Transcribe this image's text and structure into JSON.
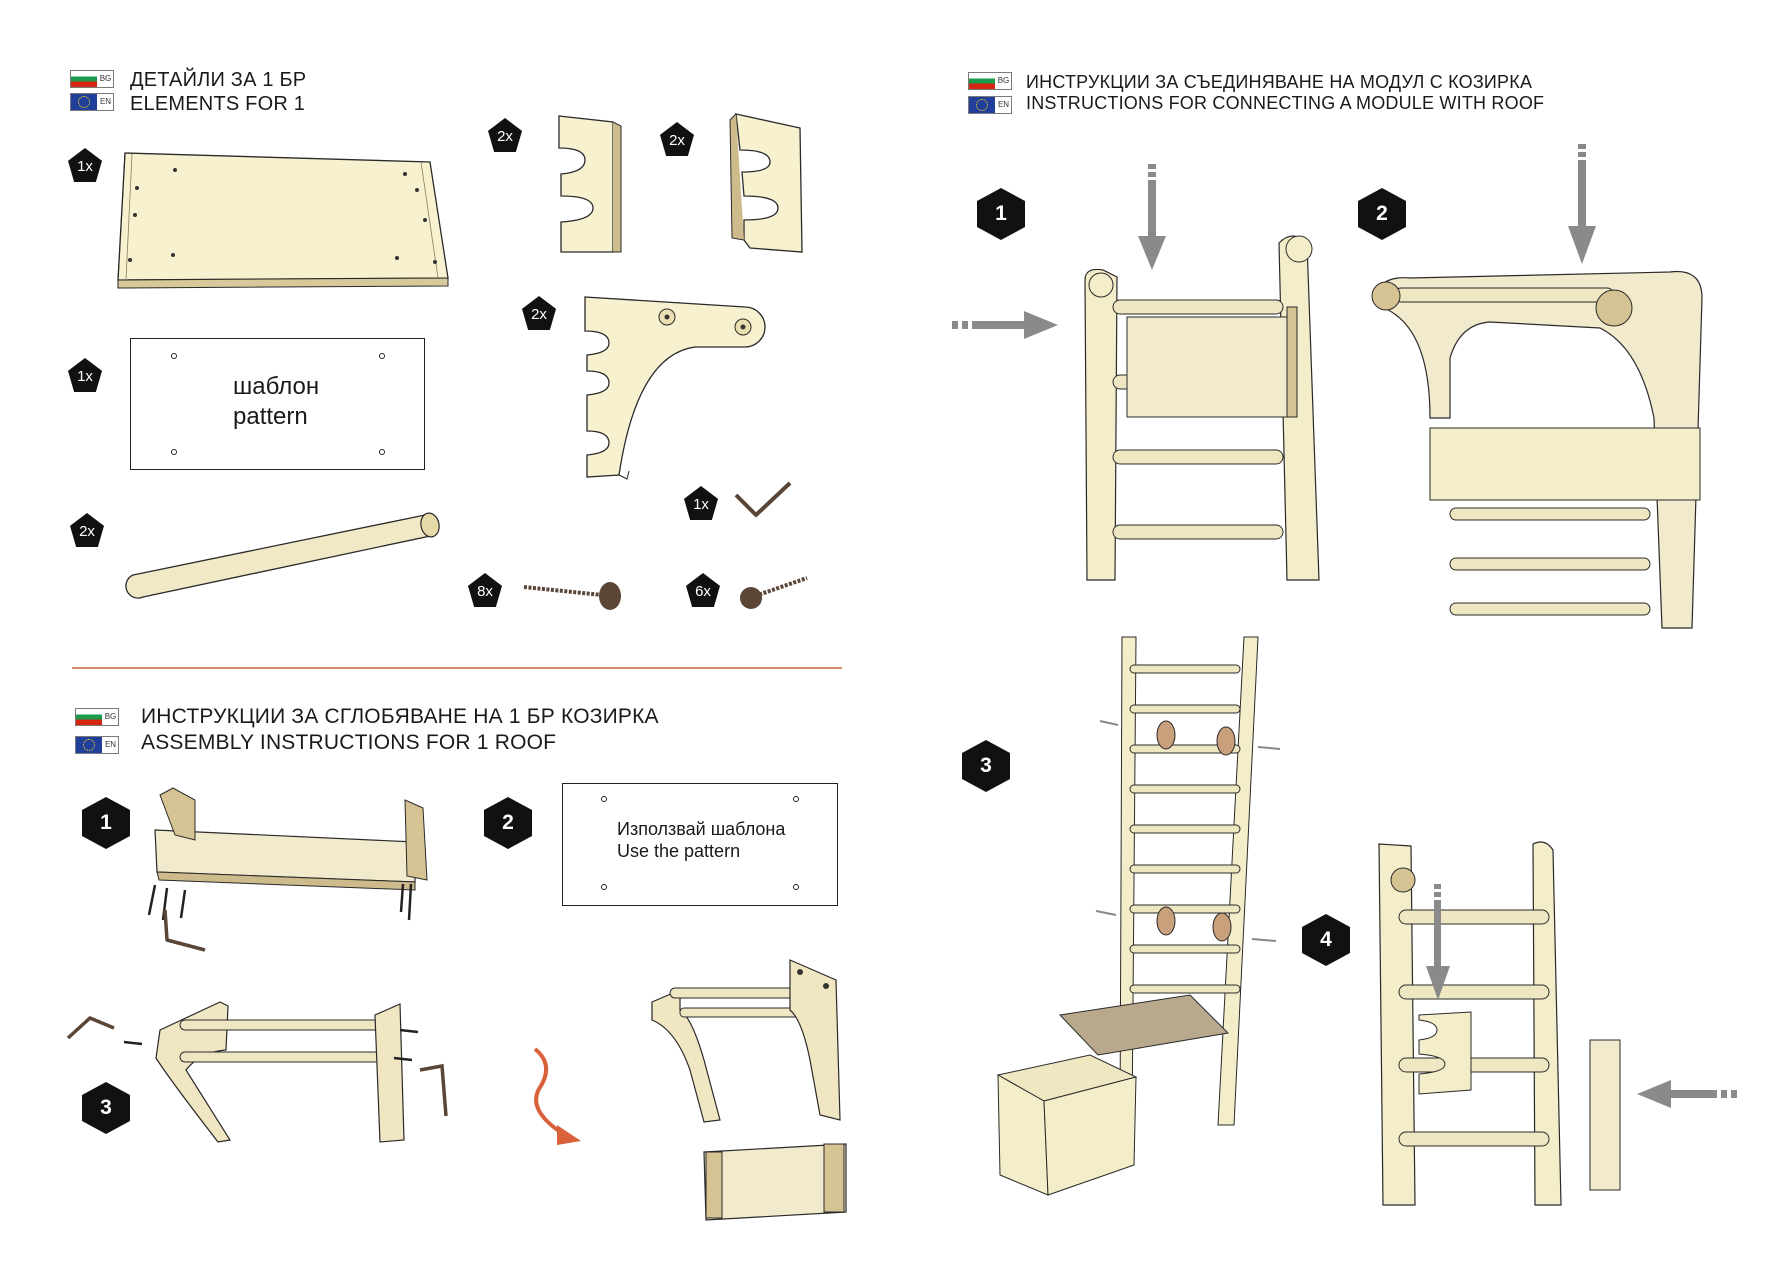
{
  "elements_section": {
    "flag_bg_code": "BG",
    "flag_en_code": "EN",
    "title_bg": "ДЕТАЙЛИ ЗА 1 БР",
    "title_en": "ELEMENTS FOR 1",
    "quantities": {
      "board": "1x",
      "pattern": "1x",
      "rod": "2x",
      "left_bracket": "2x",
      "right_bracket": "2x",
      "side_arm": "2x",
      "hex_key": "1x",
      "long_screw": "8x",
      "short_screw": "6x"
    },
    "pattern_label_bg": "шаблон",
    "pattern_label_en": "pattern"
  },
  "assembly_section": {
    "flag_bg_code": "BG",
    "flag_en_code": "EN",
    "title_bg": "ИНСТРУКЦИИ ЗА СГЛОБЯВАНЕ НА 1 БР КОЗИРКА",
    "title_en": "ASSEMBLY INSTRUCTIONS FOR 1 ROOF",
    "steps": [
      "1",
      "2",
      "3"
    ],
    "use_pattern_bg": "Използвай шаблона",
    "use_pattern_en": "Use the pattern"
  },
  "connect_section": {
    "flag_bg_code": "BG",
    "flag_en_code": "EN",
    "title_bg": "ИНСТРУКЦИИ ЗА СЪЕДИНЯВАНЕ НА МОДУЛ С КОЗИРКА",
    "title_en": "INSTRUCTIONS FOR CONNECTING A MODULE WITH ROOF",
    "steps": [
      "1",
      "2",
      "3",
      "4"
    ]
  },
  "colors": {
    "wood_light": "#f5efc8",
    "wood_edge": "#c9b98a",
    "wood_rod": "#efe6c2",
    "outline": "#2a2a2a",
    "arrow_gray": "#8a8a8a",
    "accent_orange": "#d9623b",
    "divider": "#d38b6e",
    "hardware_brown": "#5a4536"
  },
  "icons": [
    "bg-flag-icon",
    "eu-flag-icon",
    "hex-key-icon",
    "screw-icon",
    "down-arrow-icon",
    "right-arrow-icon",
    "left-arrow-icon",
    "curved-arrow-icon"
  ]
}
